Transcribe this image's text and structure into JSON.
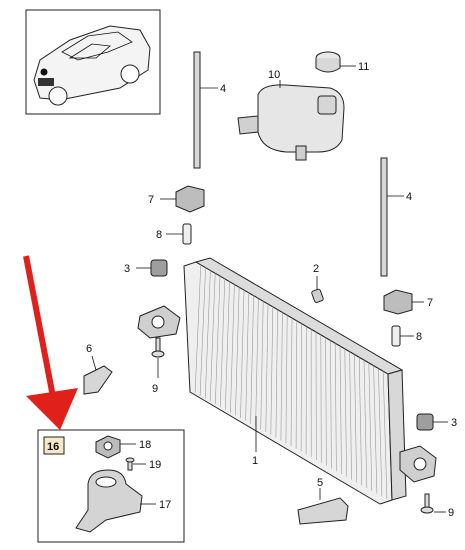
{
  "diagram": {
    "callouts": {
      "c1": "1",
      "c2": "2",
      "c3a": "3",
      "c3b": "3",
      "c4a": "4",
      "c4b": "4",
      "c5": "5",
      "c6": "6",
      "c7a": "7",
      "c7b": "7",
      "c8a": "8",
      "c8b": "8",
      "c9a": "9",
      "c9b": "9",
      "c10": "10",
      "c11": "11",
      "c16": "16",
      "c17": "17",
      "c18": "18",
      "c19": "19"
    },
    "colors": {
      "arrow": "#e0201b",
      "line": "#111111",
      "part_fill": "#e6e6e6",
      "part_dark": "#b9b9b9",
      "highlight_box": "#f6e7c8"
    }
  }
}
